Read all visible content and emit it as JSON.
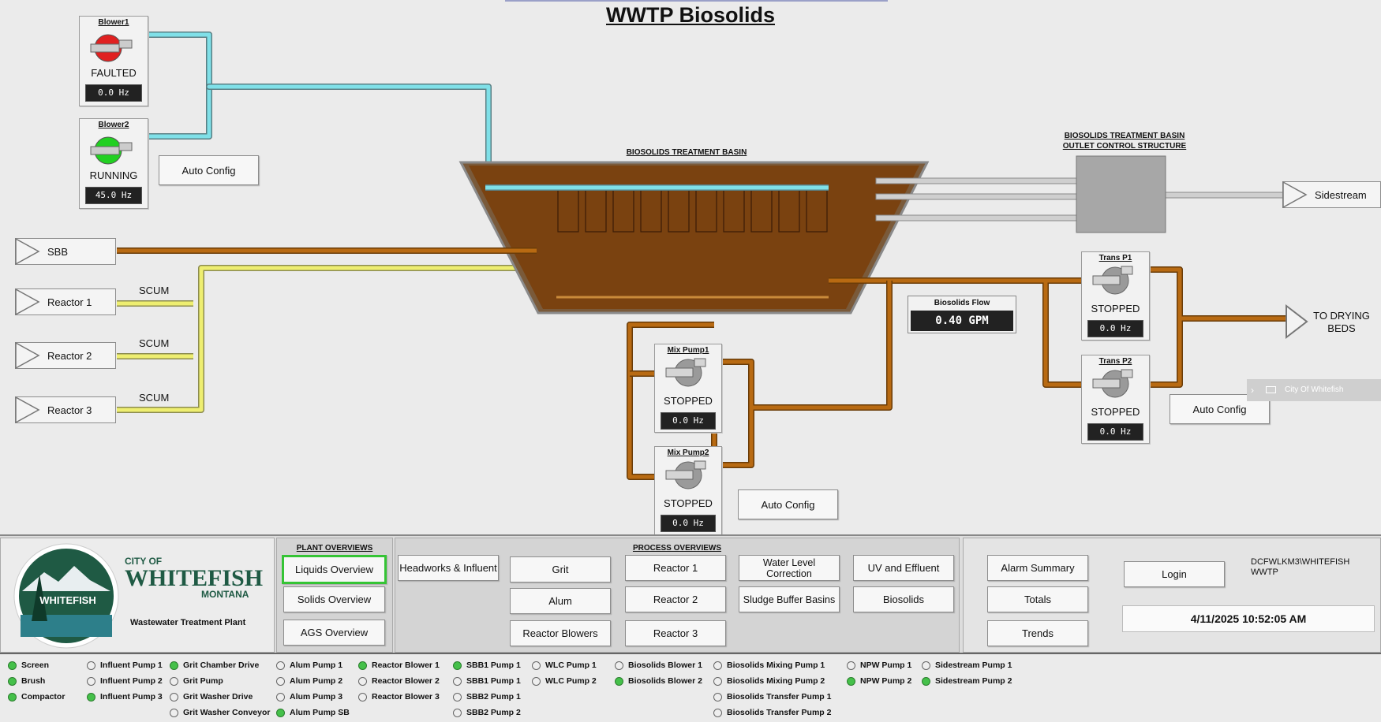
{
  "page_title": "WWTP Biosolids",
  "blowers": [
    {
      "name": "Blower1",
      "state": "FAULTED",
      "hz": "0.0 Hz",
      "color": "#e02020"
    },
    {
      "name": "Blower2",
      "state": "RUNNING",
      "hz": "45.0 Hz",
      "color": "#22d022"
    }
  ],
  "basin_label": "BIOSOLIDS TREATMENT BASIN",
  "outlet_label": "BIOSOLIDS TREATMENT BASIN OUTLET CONTROL STRUCTURE",
  "sources": [
    "SBB",
    "Reactor 1",
    "Reactor 2",
    "Reactor 3"
  ],
  "scum_label": "SCUM",
  "mix_pumps": [
    {
      "name": "Mix Pump1",
      "state": "STOPPED",
      "hz": "0.0 Hz"
    },
    {
      "name": "Mix Pump2",
      "state": "STOPPED",
      "hz": "0.0 Hz"
    }
  ],
  "trans_pumps": [
    {
      "name": "Trans P1",
      "state": "STOPPED",
      "hz": "0.0 Hz"
    },
    {
      "name": "Trans P2",
      "state": "STOPPED",
      "hz": "0.0 Hz"
    }
  ],
  "biosolids_flow": {
    "label": "Biosolids Flow",
    "value": "0.40 GPM"
  },
  "auto_config": "Auto Config",
  "sidestream": "Sidestream",
  "to_drying_beds": "TO DRYING BEDS",
  "city_tag": "City Of Whitefish",
  "logo": {
    "city_of": "CITY OF",
    "whitefish": "WHITEFISH",
    "montana": "MONTANA",
    "plant": "Wastewater Treatment Plant",
    "emblem": "WHITEFISH"
  },
  "plant_overviews": {
    "header": "PLANT OVERVIEWS",
    "buttons": [
      "Liquids Overview",
      "Solids Overview",
      "AGS Overview"
    ]
  },
  "process_overviews": {
    "header": "PROCESS OVERVIEWS",
    "headworks": "Headworks & Influent",
    "buttons": [
      "Grit",
      "Alum",
      "Reactor Blowers",
      "Reactor 1",
      "Reactor 2",
      "Reactor 3",
      "Water Level Correction",
      "Sludge Buffer Basins",
      "UV and Effluent",
      "Biosolids"
    ]
  },
  "alarms": {
    "buttons": [
      "Alarm Summary",
      "Totals",
      "Trends"
    ]
  },
  "login": "Login",
  "user_account": "DCFWLKM3\\WHITEFISH WWTP",
  "datetime": "4/11/2025 10:52:05 AM",
  "status_items": [
    {
      "label": "Screen",
      "on": true
    },
    {
      "label": "Brush",
      "on": true
    },
    {
      "label": "Compactor",
      "on": true
    },
    {
      "label": "Influent Pump 1",
      "on": false
    },
    {
      "label": "Influent Pump 2",
      "on": false
    },
    {
      "label": "Influent Pump 3",
      "on": true
    },
    {
      "label": "Grit Chamber Drive",
      "on": true
    },
    {
      "label": "Grit Pump",
      "on": false
    },
    {
      "label": "Grit Washer Drive",
      "on": false
    },
    {
      "label": "Grit Washer Conveyor",
      "on": false
    },
    {
      "label": "Alum Pump 1",
      "on": false
    },
    {
      "label": "Alum Pump 2",
      "on": false
    },
    {
      "label": "Alum Pump 3",
      "on": false
    },
    {
      "label": "Alum Pump SB",
      "on": true
    },
    {
      "label": "Reactor Blower 1",
      "on": true
    },
    {
      "label": "Reactor Blower 2",
      "on": false
    },
    {
      "label": "Reactor Blower 3",
      "on": false
    },
    {
      "label": "SBB1 Pump 1",
      "on": true
    },
    {
      "label": "SBB1 Pump 1",
      "on": false
    },
    {
      "label": "SBB2 Pump 1",
      "on": false
    },
    {
      "label": "SBB2 Pump 2",
      "on": false
    },
    {
      "label": "WLC Pump 1",
      "on": false
    },
    {
      "label": "WLC Pump 2",
      "on": false
    },
    {
      "label": "Biosolids Blower 1",
      "on": false
    },
    {
      "label": "Biosolids Blower 2",
      "on": true
    },
    {
      "label": "Biosolids Mixing Pump 1",
      "on": false
    },
    {
      "label": "Biosolids Mixing Pump 2",
      "on": false
    },
    {
      "label": "Biosolids Transfer Pump 1",
      "on": false
    },
    {
      "label": "Biosolids Transfer Pump 2",
      "on": false
    },
    {
      "label": "NPW Pump 1",
      "on": false
    },
    {
      "label": "NPW Pump 2",
      "on": true
    },
    {
      "label": "Sidestream Pump 1",
      "on": false
    },
    {
      "label": "Sidestream Pump 2",
      "on": true
    }
  ],
  "colors": {
    "air": "#7fe0e8",
    "sludge": "#b86a12",
    "scum": "#eeee70",
    "basin": "#7a4210",
    "active_border": "#35c435"
  }
}
